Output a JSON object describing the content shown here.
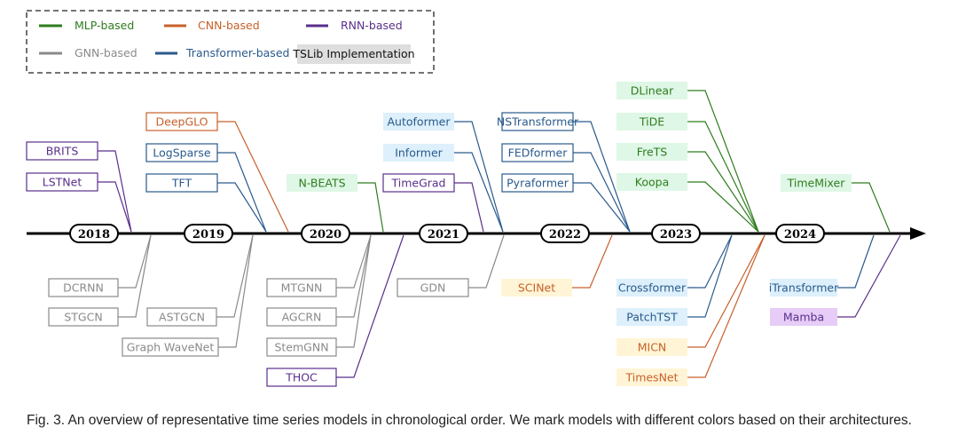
{
  "colors": {
    "mlp": "#2e7d1e",
    "cnn": "#c8602a",
    "rnn": "#5a2f8c",
    "gnn": "#8a8a8a",
    "transformer": "#2a5a8c",
    "tslib_fill": {
      "mlp": "#dff7e6",
      "cnn": "#fff5d6",
      "transformer": "#ddf0fb",
      "rnn": "#e6ccf7"
    },
    "legend_tslib_fill": "#dedede"
  },
  "legend": {
    "items": [
      {
        "label": "MLP-based",
        "cat": "mlp"
      },
      {
        "label": "CNN-based",
        "cat": "cnn"
      },
      {
        "label": "RNN-based",
        "cat": "rnn"
      },
      {
        "label": "GNN-based",
        "cat": "gnn"
      },
      {
        "label": "Transformer-based",
        "cat": "transformer"
      }
    ],
    "tslib_label": "TSLib Implementation"
  },
  "years": [
    "2018",
    "2019",
    "2020",
    "2021",
    "2022",
    "2023",
    "2024"
  ],
  "models": [
    {
      "name": "BRITS",
      "cat": "rnn",
      "tslib": false
    },
    {
      "name": "LSTNet",
      "cat": "rnn",
      "tslib": false
    },
    {
      "name": "DeepGLO",
      "cat": "cnn",
      "tslib": false
    },
    {
      "name": "LogSparse",
      "cat": "transformer",
      "tslib": false
    },
    {
      "name": "TFT",
      "cat": "transformer",
      "tslib": false
    },
    {
      "name": "N-BEATS",
      "cat": "mlp",
      "tslib": true
    },
    {
      "name": "Autoformer",
      "cat": "transformer",
      "tslib": true
    },
    {
      "name": "Informer",
      "cat": "transformer",
      "tslib": true
    },
    {
      "name": "TimeGrad",
      "cat": "rnn",
      "tslib": false
    },
    {
      "name": "NSTransformer",
      "cat": "transformer",
      "tslib": false
    },
    {
      "name": "FEDformer",
      "cat": "transformer",
      "tslib": false
    },
    {
      "name": "Pyraformer",
      "cat": "transformer",
      "tslib": false
    },
    {
      "name": "DLinear",
      "cat": "mlp",
      "tslib": true
    },
    {
      "name": "TiDE",
      "cat": "mlp",
      "tslib": true
    },
    {
      "name": "FreTS",
      "cat": "mlp",
      "tslib": true
    },
    {
      "name": "Koopa",
      "cat": "mlp",
      "tslib": true
    },
    {
      "name": "TimeMixer",
      "cat": "mlp",
      "tslib": true
    },
    {
      "name": "DCRNN",
      "cat": "gnn",
      "tslib": false
    },
    {
      "name": "STGCN",
      "cat": "gnn",
      "tslib": false
    },
    {
      "name": "ASTGCN",
      "cat": "gnn",
      "tslib": false
    },
    {
      "name": "Graph WaveNet",
      "cat": "gnn",
      "tslib": false
    },
    {
      "name": "MTGNN",
      "cat": "gnn",
      "tslib": false
    },
    {
      "name": "AGCRN",
      "cat": "gnn",
      "tslib": false
    },
    {
      "name": "StemGNN",
      "cat": "gnn",
      "tslib": false
    },
    {
      "name": "THOC",
      "cat": "rnn",
      "tslib": false
    },
    {
      "name": "GDN",
      "cat": "gnn",
      "tslib": false
    },
    {
      "name": "SCINet",
      "cat": "cnn",
      "tslib": true
    },
    {
      "name": "Crossformer",
      "cat": "transformer",
      "tslib": true
    },
    {
      "name": "PatchTST",
      "cat": "transformer",
      "tslib": true
    },
    {
      "name": "MICN",
      "cat": "cnn",
      "tslib": true
    },
    {
      "name": "TimesNet",
      "cat": "cnn",
      "tslib": true
    },
    {
      "name": "iTransformer",
      "cat": "transformer",
      "tslib": true
    },
    {
      "name": "Mamba",
      "cat": "rnn",
      "tslib": true
    }
  ],
  "caption": "Fig. 3. An overview of representative time series models in chronological order. We mark models with different colors based on their architectures."
}
